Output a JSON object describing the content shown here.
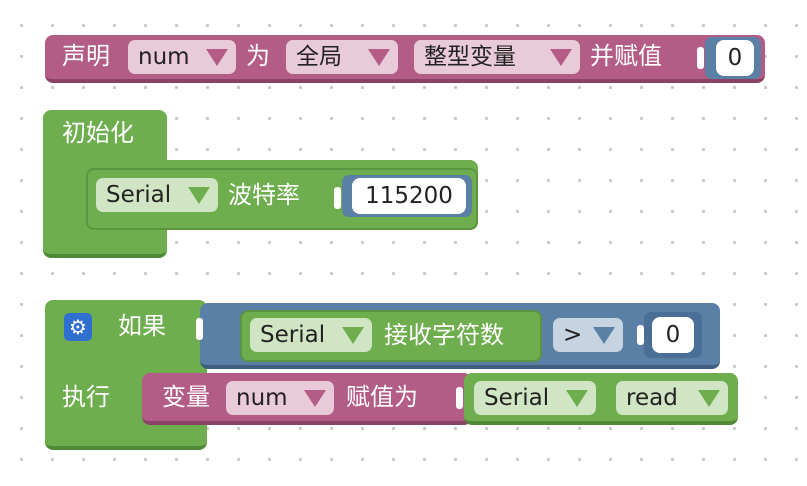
{
  "declare_block": {
    "label_declare": "声明",
    "var_name": "num",
    "label_as": "为",
    "scope": "全局",
    "var_type": "整型变量",
    "label_assign": "并赋值",
    "value": "0"
  },
  "setup_block": {
    "label": "初始化",
    "serial_port": "Serial",
    "baud_label": "波特率",
    "baud_value": "115200"
  },
  "if_block": {
    "label_if": "如果",
    "label_do": "执行",
    "serial_port": "Serial",
    "available_label": "接收字符数",
    "operator": ">",
    "compare_value": "0",
    "assign_prefix": "变量",
    "assign_var": "num",
    "assign_label": "赋值为",
    "read_serial": "Serial",
    "read_method": "read",
    "settings_icon": "gear-icon"
  },
  "colors": {
    "variables": "#b35d86",
    "serial": "#6fae4f",
    "logic": "#5b80a5",
    "gear": "#2f6fd0"
  }
}
